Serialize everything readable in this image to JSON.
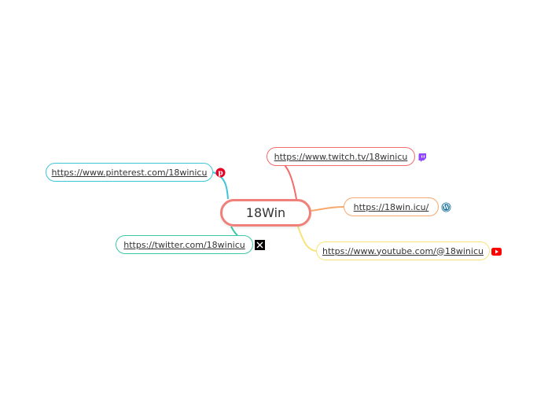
{
  "central": {
    "label": "18Win"
  },
  "branches": {
    "twitch": {
      "url": "https://www.twitch.tv/18winicu",
      "icon": "twitch-icon",
      "color": "#f36b6b"
    },
    "website": {
      "url": "https://18win.icu/",
      "icon": "wordpress-icon",
      "color": "#f7a86c"
    },
    "youtube": {
      "url": "https://www.youtube.com/@18winicu",
      "icon": "youtube-icon",
      "color": "#f7e37a"
    },
    "pinterest": {
      "url": "https://www.pinterest.com/18winicu",
      "icon": "pinterest-icon",
      "color": "#3fc5d8"
    },
    "twitter": {
      "url": "https://twitter.com/18winicu",
      "icon": "x-icon",
      "color": "#3cc9a6"
    }
  },
  "colors": {
    "center_border": "#f0807a",
    "text": "#333333",
    "twitch_brand": "#9146ff",
    "wordpress_brand": "#21759b",
    "youtube_brand": "#ff0000",
    "pinterest_brand": "#e60023",
    "x_brand": "#000000"
  }
}
